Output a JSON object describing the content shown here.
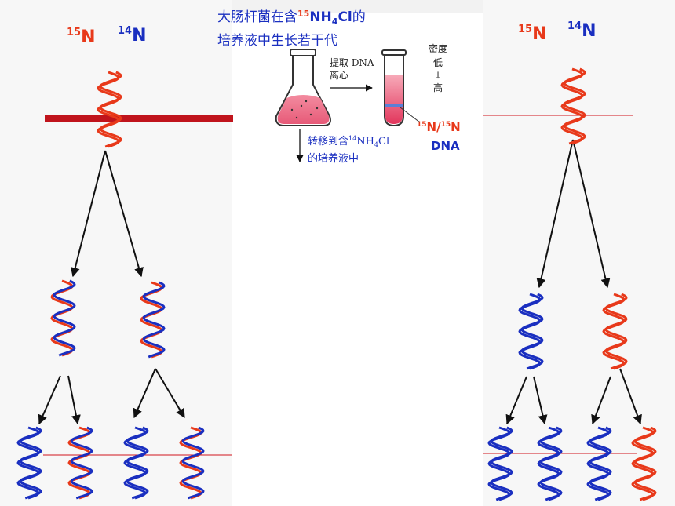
{
  "title": {
    "line1_pre": "大肠杆菌在含",
    "line1_sup": "15",
    "line1_chem": "NH",
    "line1_sub": "4",
    "line1_chem2": "Cl",
    "line1_post": "的",
    "line2": "培养液中生长若干代"
  },
  "left_labels": {
    "n15_sup": "15",
    "n15": "N",
    "n14_sup": "14",
    "n14": "N"
  },
  "right_labels": {
    "n15_sup": "15",
    "n15": "N",
    "n14_sup": "14",
    "n14": "N"
  },
  "flask_step": {
    "line1": "提取 DNA",
    "line2": "离心"
  },
  "density": {
    "line1": "密度",
    "line2": "低",
    "arrow": "↓",
    "line3": "高"
  },
  "transfer": {
    "pre": "转移到含",
    "sup": "14",
    "chem": "NH",
    "sub": "4",
    "chem2": "Cl",
    "line2": "的培养液中"
  },
  "tube_band": {
    "sup1": "15",
    "n1": "N/",
    "sup2": "15",
    "n2": "N",
    "dna": "DNA"
  },
  "colors": {
    "n15": "#e8391a",
    "n14": "#1a2fc0",
    "band": "#c0141c"
  }
}
